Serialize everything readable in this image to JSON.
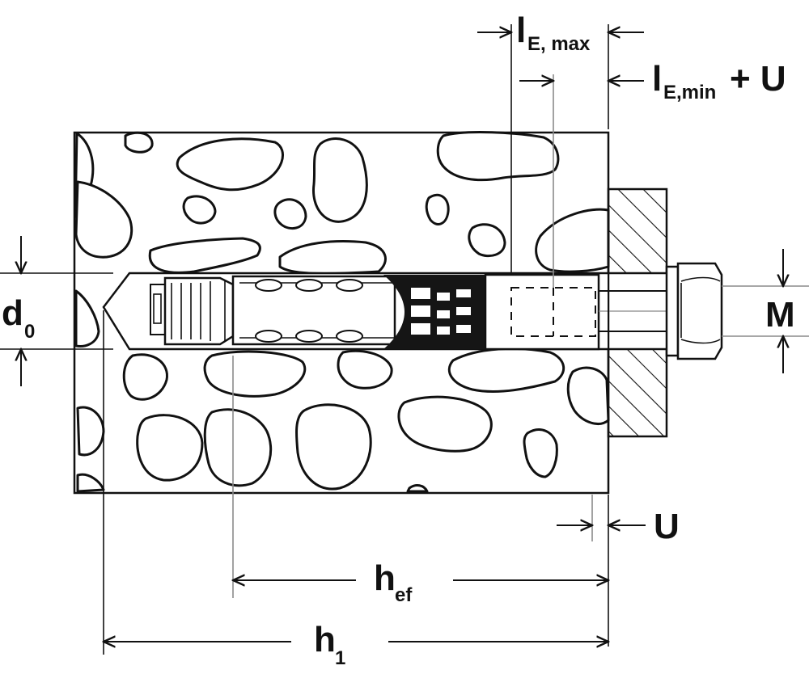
{
  "labels": {
    "d0": {
      "main": "d",
      "sub": "0"
    },
    "h1": {
      "main": "h",
      "sub": "1"
    },
    "hef": {
      "main": "h",
      "sub": "ef"
    },
    "m": {
      "main": "M"
    },
    "u": {
      "main": "U"
    },
    "le_max": {
      "main": "l",
      "sub": "E, max"
    },
    "le_min": {
      "main": "l",
      "sub": "E,min",
      "suffix": "+ U"
    }
  },
  "colors": {
    "line": "#111111",
    "background": "#ffffff",
    "hatch": "#111111",
    "sleeve_dark": "#151515",
    "grey_line": "#8a8a8a"
  }
}
